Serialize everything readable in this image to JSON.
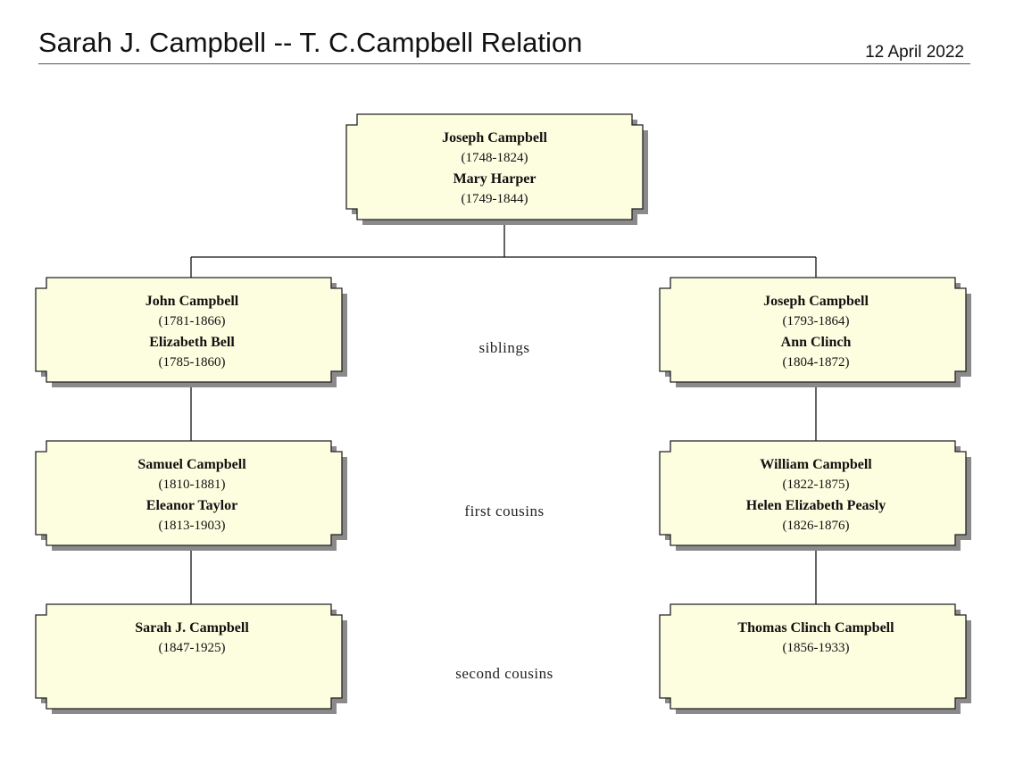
{
  "title": "Sarah J. Campbell -- T. C.Campbell  Relation",
  "date": "12 April 2022",
  "people": {
    "root": {
      "name1": "Joseph Campbell",
      "years1": "(1748-1824)",
      "name2": "Mary Harper",
      "years2": "(1749-1844)"
    },
    "left_gen1": {
      "name1": "John Campbell",
      "years1": "(1781-1866)",
      "name2": "Elizabeth Bell",
      "years2": "(1785-1860)"
    },
    "right_gen1": {
      "name1": "Joseph Campbell",
      "years1": "(1793-1864)",
      "name2": "Ann Clinch",
      "years2": "(1804-1872)"
    },
    "left_gen2": {
      "name1": "Samuel Campbell",
      "years1": "(1810-1881)",
      "name2": "Eleanor Taylor",
      "years2": "(1813-1903)"
    },
    "right_gen2": {
      "name1": "William Campbell",
      "years1": "(1822-1875)",
      "name2": "Helen Elizabeth Peasly",
      "years2": "(1826-1876)"
    },
    "left_gen3": {
      "name1": "Sarah J. Campbell",
      "years1": "(1847-1925)"
    },
    "right_gen3": {
      "name1": "Thomas Clinch Campbell",
      "years1": "(1856-1933)"
    }
  },
  "relations": {
    "gen1": "siblings",
    "gen2": "first cousins",
    "gen3": "second cousins"
  },
  "colors": {
    "card_fill": "#fdfde0",
    "card_border": "#222222",
    "card_shadow": "#8a8a8a"
  }
}
